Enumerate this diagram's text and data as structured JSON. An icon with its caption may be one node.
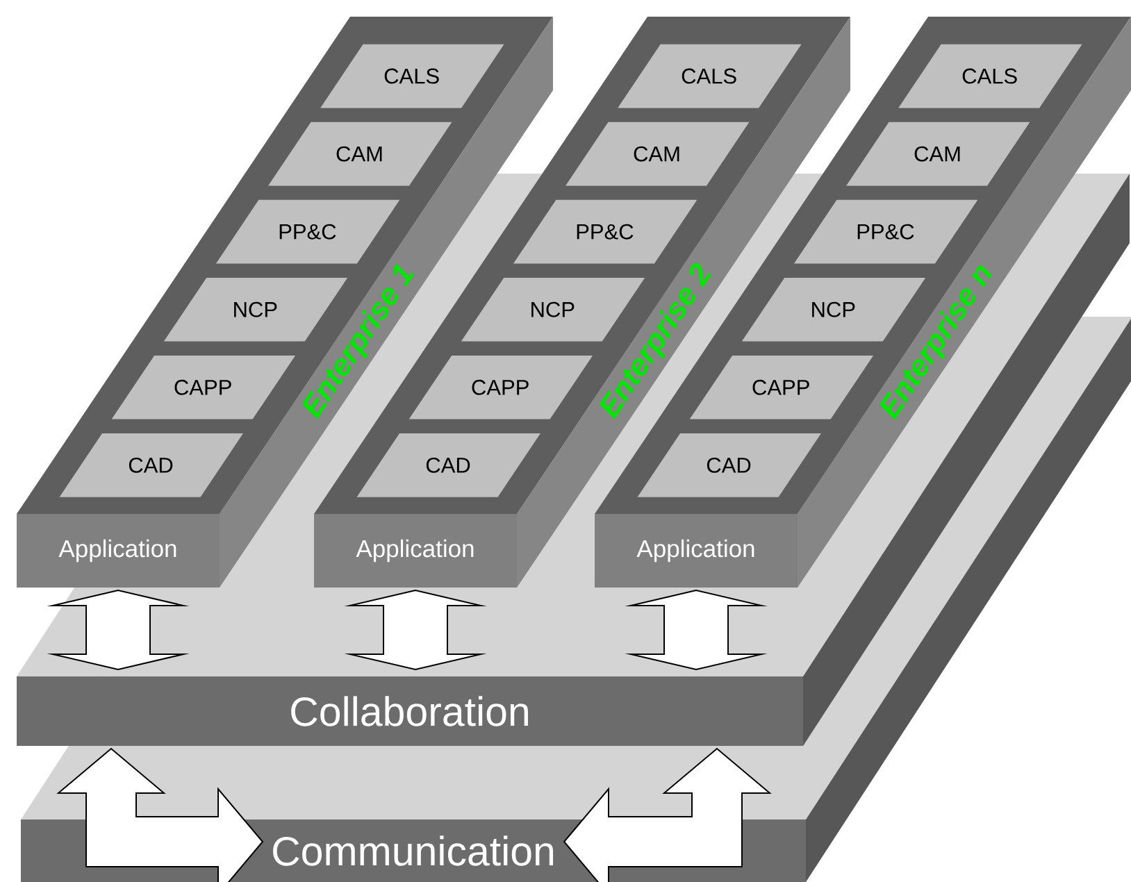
{
  "diagram": {
    "nodes": [
      {
        "text": [
          "Enterprise 1"
        ]
      },
      {
        "text": [
          "CALS"
        ],
        "in": 0
      },
      {
        "text": [
          "CAM"
        ],
        "in": 0
      },
      {
        "text": [
          "PP&C"
        ],
        "in": 0
      },
      {
        "text": [
          "NCP"
        ],
        "in": 0
      },
      {
        "text": [
          "CAPP"
        ],
        "in": 0
      },
      {
        "text": [
          "CAD"
        ],
        "in": 0
      },
      {
        "text": [
          "Application"
        ]
      },
      {
        "text": [
          "Enterprise 2"
        ]
      },
      {
        "text": [
          "CALS"
        ],
        "in": 8
      },
      {
        "text": [
          "CAM"
        ],
        "in": 8
      },
      {
        "text": [
          "PP&C"
        ],
        "in": 8
      },
      {
        "text": [
          "NCP"
        ],
        "in": 8
      },
      {
        "text": [
          "CAPP"
        ],
        "in": 8
      },
      {
        "text": [
          "CAD"
        ],
        "in": 8
      },
      {
        "text": [
          "Application"
        ]
      },
      {
        "text": [
          "Enterprise n"
        ]
      },
      {
        "text": [
          "CALS"
        ],
        "in": 16
      },
      {
        "text": [
          "CAM"
        ],
        "in": 16
      },
      {
        "text": [
          "PP&C"
        ],
        "in": 16
      },
      {
        "text": [
          "NCP"
        ],
        "in": 16
      },
      {
        "text": [
          "CAPP"
        ],
        "in": 16
      },
      {
        "text": [
          "CAD"
        ],
        "in": 16
      },
      {
        "text": [
          "Application"
        ]
      },
      {
        "text": [
          "Collaboration"
        ]
      },
      {
        "text": [
          "Communication"
        ]
      }
    ],
    "edges": [
      {
        "from": 7,
        "to": 24,
        "arrow": "both"
      },
      {
        "from": 15,
        "to": 24,
        "arrow": "both"
      },
      {
        "from": 23,
        "to": 24,
        "arrow": "both"
      },
      {
        "from": 24,
        "to": 25,
        "arrow": "both"
      },
      {
        "from": 24,
        "to": 25,
        "arrow": "both"
      }
    ]
  }
}
